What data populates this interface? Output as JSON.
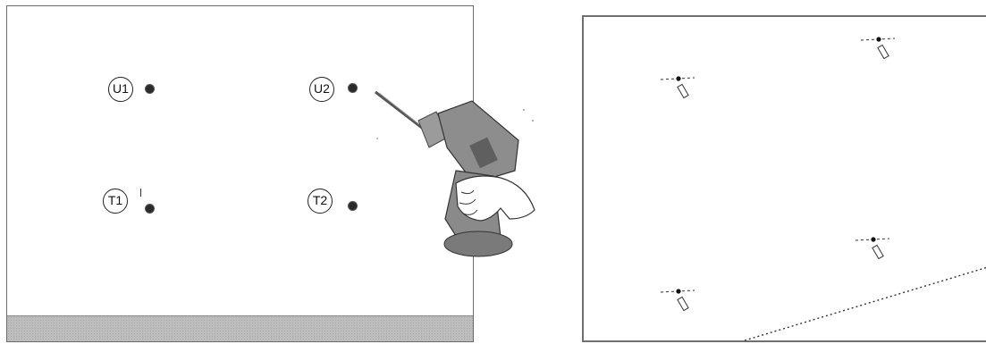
{
  "holes": [
    {
      "id": "U1",
      "label": "U1"
    },
    {
      "id": "U2",
      "label": "U2"
    },
    {
      "id": "T1",
      "label": "T1"
    },
    {
      "id": "T2",
      "label": "T2"
    }
  ],
  "colors": {
    "border": "#6b6b6b",
    "floor": "#bdbdbd",
    "drill_body": "#8d8d8d",
    "drill_dark": "#5f5f5f"
  },
  "icons": [
    "drill-icon",
    "hand-icon",
    "screw-anchor-icon"
  ]
}
